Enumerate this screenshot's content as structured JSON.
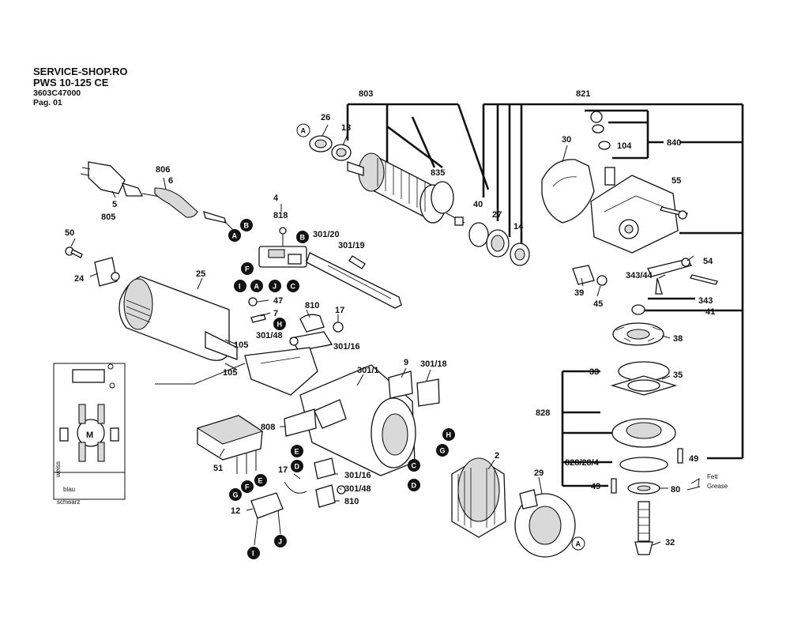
{
  "header": {
    "shop": "SERVICE-SHOP.RO",
    "model": "PWS 10-125 CE",
    "code": "3603C47000",
    "page": "Pag. 01"
  },
  "labels": {
    "l803": "803",
    "l821": "821",
    "l26": "26",
    "l13": "13",
    "l835": "835",
    "l30": "30",
    "l104": "104",
    "l840": "840",
    "l55": "55",
    "l806": "806",
    "l6": "6",
    "l5": "5",
    "l805": "805",
    "l4": "4",
    "l818": "818",
    "l301_20": "301/20",
    "l301_19": "301/19",
    "l40": "40",
    "l27": "27",
    "l14": "14",
    "l50": "50",
    "l24": "24",
    "l25": "25",
    "l47": "47",
    "l7": "7",
    "l810a": "810",
    "l17a": "17",
    "l301_48a": "301/48",
    "l301_16a": "301/16",
    "l105a": "105",
    "l105b": "105",
    "l9": "9",
    "l301_18": "301/18",
    "l301_1": "301/1",
    "l54": "54",
    "l343_44": "343/44",
    "l39": "39",
    "l45": "45",
    "l343": "343",
    "l41": "41",
    "l38": "38",
    "l33": "33",
    "l35": "35",
    "l828": "828",
    "l808": "808",
    "l2": "2",
    "l828_28_4": "828/28/4",
    "l49a": "49",
    "l49b": "49",
    "l51": "51",
    "l17b": "17",
    "l301_16b": "301/16",
    "l301_48b": "301/48",
    "l810b": "810",
    "l29": "29",
    "l80": "80",
    "l12": "12",
    "l32": "32",
    "fett": "Fett",
    "grease": "Grease",
    "motor": "M",
    "blau": "blau",
    "schwarz": "schwarz",
    "weiss": "weiss"
  },
  "markers": {
    "A": "A",
    "B": "B",
    "C": "C",
    "D": "D",
    "E": "E",
    "F": "F",
    "G": "G",
    "H": "H",
    "I": "I",
    "J": "J"
  }
}
